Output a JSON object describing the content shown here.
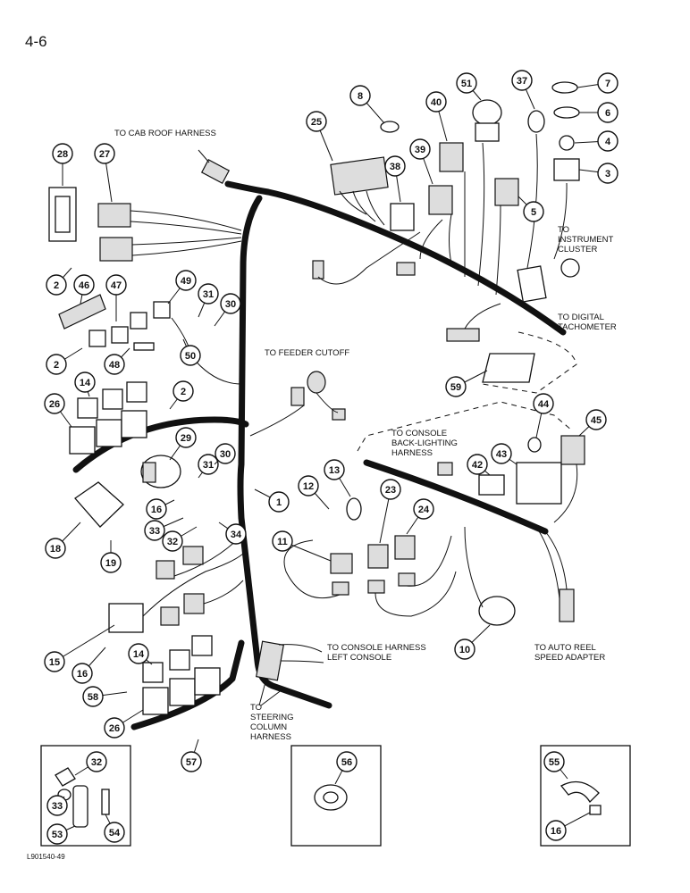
{
  "page_number": "4-6",
  "figure_id": "L901540-49",
  "labels": {
    "cab_roof": "TO CAB ROOF HARNESS",
    "instrument_cluster": [
      "TO",
      "INSTRUMENT",
      "CLUSTER"
    ],
    "digital_tachometer": [
      "TO DIGITAL",
      "TACHOMETER"
    ],
    "feeder_cutoff": "TO FEEDER CUTOFF",
    "console_backlighting": [
      "TO CONSOLE",
      "BACK-LIGHTING",
      "HARNESS"
    ],
    "console_left": [
      "TO CONSOLE HARNESS",
      "LEFT CONSOLE"
    ],
    "steering_column": [
      "TO",
      "STEERING",
      "COLUMN",
      "HARNESS"
    ],
    "auto_reel": [
      "TO AUTO REEL",
      "SPEED ADAPTER"
    ]
  },
  "callouts": [
    "1",
    "2",
    "3",
    "4",
    "5",
    "6",
    "7",
    "8",
    "10",
    "11",
    "12",
    "13",
    "14",
    "15",
    "16",
    "18",
    "19",
    "23",
    "24",
    "25",
    "26",
    "27",
    "28",
    "29",
    "30",
    "31",
    "32",
    "33",
    "34",
    "37",
    "38",
    "39",
    "40",
    "42",
    "43",
    "44",
    "45",
    "46",
    "47",
    "48",
    "49",
    "50",
    "51",
    "53",
    "54",
    "55",
    "56",
    "57",
    "58",
    "59"
  ]
}
